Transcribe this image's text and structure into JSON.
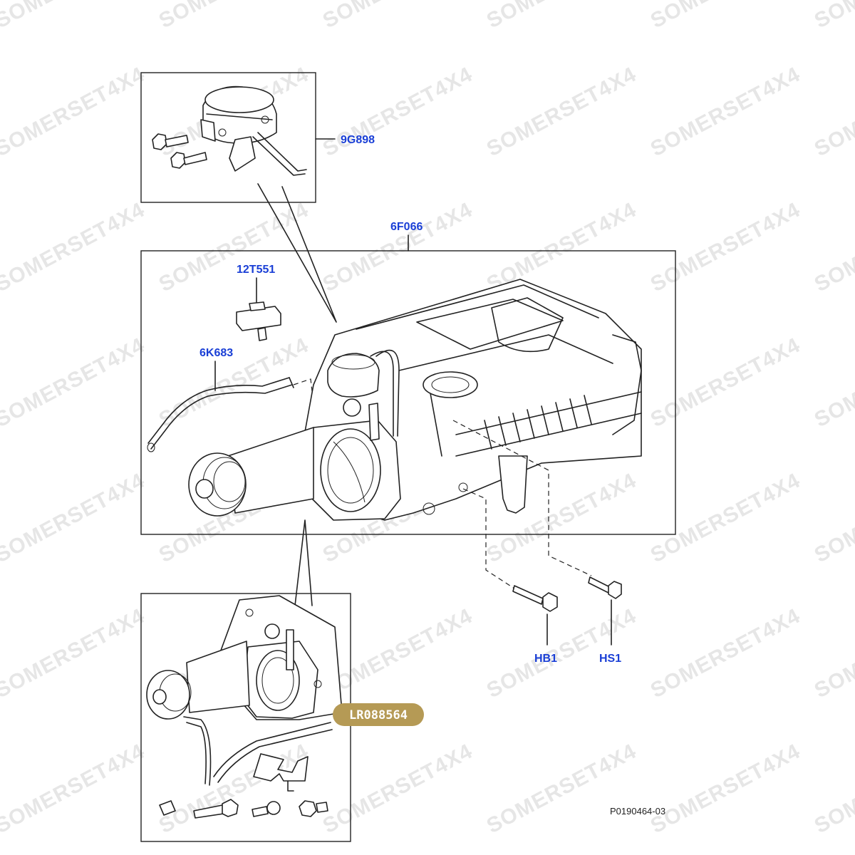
{
  "watermark": {
    "text": "SOMERSET4X4",
    "color": "#e6e6e6"
  },
  "callouts": {
    "actuator": "9G898",
    "supercharger": "6F066",
    "sensor": "12T551",
    "hose": "6K683",
    "bolt_hb": "HB1",
    "bolt_hs": "HS1"
  },
  "badge": {
    "label": "LR088564",
    "color": "#b59a55"
  },
  "reference": "P0190464-03",
  "colors": {
    "link": "#1a3fd6",
    "line": "#222222"
  }
}
